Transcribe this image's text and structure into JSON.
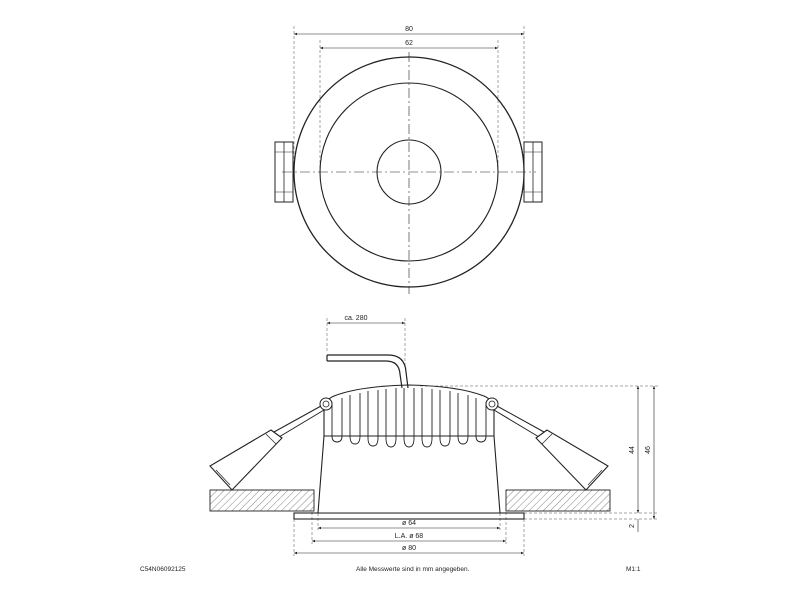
{
  "top_view": {
    "dim_outer": "80",
    "dim_inner": "62"
  },
  "side_view": {
    "dim_cable": "ca. 280",
    "dim_height_body": "44",
    "dim_height_total": "46",
    "dim_flange": "2",
    "dim_body_dia": "ø 64",
    "dim_cutout_dia": "L.A. ø 68",
    "dim_outer_dia": "ø 80"
  },
  "footer": {
    "code": "C54N06092125",
    "note": "Alle Messwerte sind in mm angegeben.",
    "scale": "M1:1"
  }
}
